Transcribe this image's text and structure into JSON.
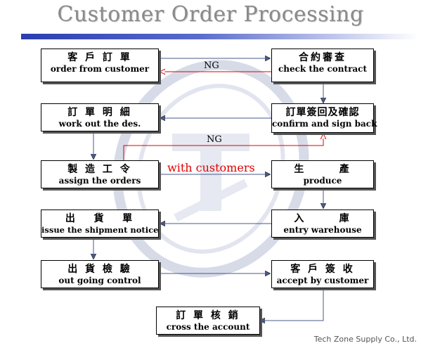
{
  "title": "Customer Order Processing",
  "steps": {
    "order": {
      "zh": "客 戶 訂 單",
      "en": "order  from customer"
    },
    "check": {
      "zh": "合約審查",
      "en": "check the contract"
    },
    "work": {
      "zh": "訂 單 明 細",
      "en": "work  out  the des."
    },
    "confirm": {
      "zh": "訂單簽回及確認",
      "en": "confirm  and sign back"
    },
    "assign": {
      "zh": "製 造 工 令",
      "en": "assign  the  orders"
    },
    "produce": {
      "zh": "生      產",
      "en": "produce"
    },
    "issue": {
      "zh": "出   貨   單",
      "en": "issue the shipment  notice"
    },
    "entry": {
      "zh": "入      庫",
      "en": "entry  warehouse"
    },
    "outgoing": {
      "zh": "出 貨 檢 驗",
      "en": "out going  control"
    },
    "accept": {
      "zh": "客 戶 簽 收",
      "en": "accept  by  customer"
    },
    "cross": {
      "zh": "訂 單 核 銷",
      "en": "cross  the  account"
    }
  },
  "labels": {
    "ng1": "NG",
    "ng2": "NG",
    "with_customers": "with customers"
  },
  "footer": "Tech Zone Supply Co., Ltd.",
  "colors": {
    "red": "#e00000",
    "blue": "#4a5a8a",
    "title_bar": "#2a3eb0"
  }
}
